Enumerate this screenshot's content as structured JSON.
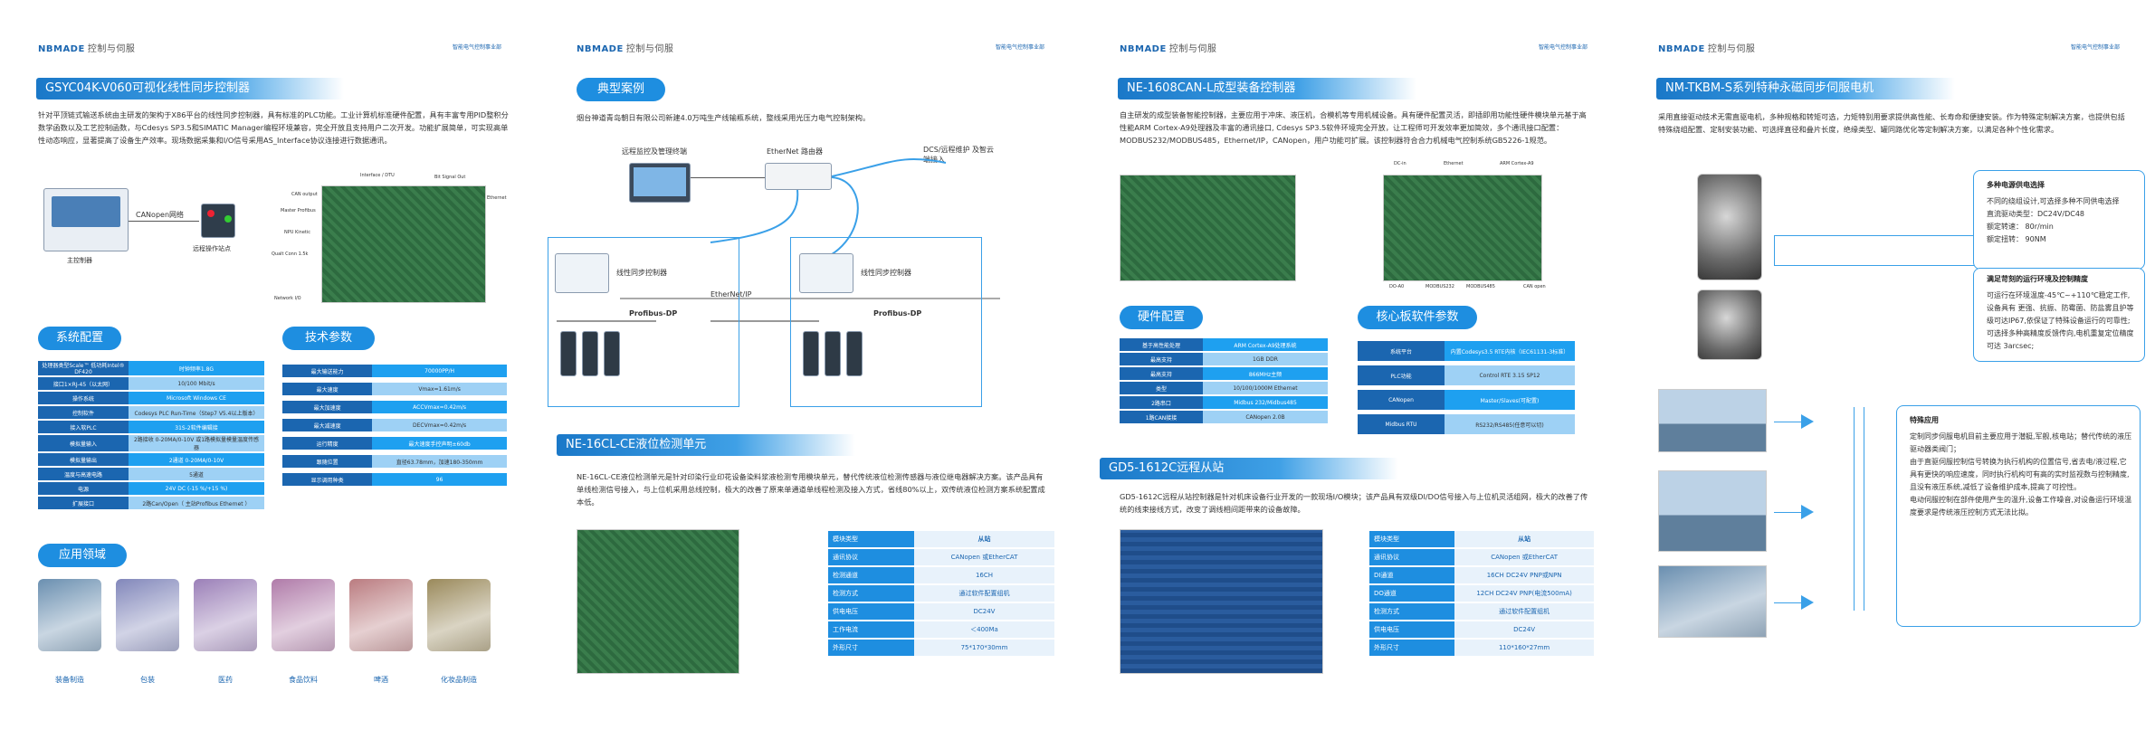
{
  "brand": {
    "name": "NBMADE",
    "sub": "控制与伺服",
    "right": "智能电气控制事业部"
  },
  "p1": {
    "title": "GSYC04K-V060可视化线性同步控制器",
    "intro": "针对平顶链式输送系统由主研发的架构于X86平台的线性同步控制器，具有标准的PLC功能。工业计算机标准硬件配置，具有丰富专用PID整积分数学函数以及工艺控制函数，与Cdesys SP3.5和SIMATIC Manager编程环境兼容，完全开放且支持用户二次开发。功能扩展简单，可实现高单性动态响应，显著提高了设备生产效率。现场数据采集和I/O信号采用AS_Interface协议连接进行数据通讯。",
    "diagram": {
      "network": "CANopen网络",
      "main": "主控制器",
      "remote": "远程操作站点"
    },
    "board_labels": [
      "Interface / DTU",
      "CAN output",
      "Master Profibus",
      "NPU Kinetic",
      "Qualt Conn 1.5k",
      "Bit Signal Out",
      "Ethernet",
      "Network I/O"
    ],
    "sys_cfg_title": "系统配置",
    "sys_cfg": [
      [
        "处理器类型Scale™ 低功耗Intel® DF420",
        "时钟频率1.8G"
      ],
      [
        "接口1×RJ-45（以太网）",
        "10/100 Mbit/s"
      ],
      [
        "操作系统",
        "Microsoft Windows CE"
      ],
      [
        "控制软件",
        "Codesys PLC Run-Time（Step7 V5.4以上版本）"
      ],
      [
        "接入软PLC",
        "31S-2软件编辑接"
      ],
      [
        "模拟量输入",
        "2路接收 0-20MA/0-10V 或1路模拟量模量温度传感器"
      ],
      [
        "模拟量输出",
        "2通道 0-20MA/0-10V"
      ],
      [
        "温度与高速电路",
        "5通道"
      ],
      [
        "电源",
        "24V DC (-15 %/+15 %)"
      ],
      [
        "扩展接口",
        "2路Can/Open（ 主站Profibus Ethernet ）"
      ]
    ],
    "tech_title": "技术参数",
    "tech": [
      [
        "最大输送能力",
        "70000PP/H"
      ],
      [
        "最大速度",
        "Vmax=1.61m/s"
      ],
      [
        "最大加速度",
        "ACCVmax=0.42m/s"
      ],
      [
        "最大减速度",
        "DECVmax=0.42m/s"
      ],
      [
        "运行精度",
        "最大速度手控声明±60db"
      ],
      [
        "跟随位置",
        "直径63.78mm，加速180-350mm"
      ],
      [
        "显示调用种类",
        "96"
      ]
    ],
    "app_title": "应用领域",
    "apps": [
      "装备制造",
      "包装",
      "医药",
      "食品饮料",
      "啤酒",
      "化妆品制造"
    ]
  },
  "p2": {
    "case_title": "典型案例",
    "case_text": "烟台神道青岛朝日有限公司新建4.0万吨生产线输瓶系统，整线采用光压力电气控制架构。",
    "remote": "远程监控及管理终端",
    "router": "EtherNet 路由器",
    "dcs": "DCS/远程维护 及智云端接入",
    "ctrl_a": "线性同步控制器",
    "ctrl_b": "线性同步控制器",
    "ethernet": "EtherNet/IP",
    "profibus_a": "Profibus-DP",
    "profibus_b": "Profibus-DP",
    "sec2_title": "NE-16CL-CE液位检测单元",
    "sec2_text": "NE-16CL-CE液位检测单元是针对印染行业印花设备染料浆液检测专用模块单元，替代传统液位检测传感器与液位继电器解决方案。该产品具有单线检测信号接入，与上位机采用总线控制，极大的改善了原来单通道单线程检测及接入方式，省线80%以上，双传统液位检测方案系统配置成本低。",
    "table": [
      [
        "模块类型",
        "从站"
      ],
      [
        "通讯协议",
        "CANopen 或EtherCAT"
      ],
      [
        "检测通道",
        "16CH"
      ],
      [
        "检测方式",
        "通过软件配置组机"
      ],
      [
        "供电电压",
        "DC24V"
      ],
      [
        "工作电流",
        "＜400Ma"
      ],
      [
        "外形尺寸",
        "75*170*30mm"
      ]
    ]
  },
  "p3": {
    "title": "NE-1608CAN-L成型装备控制器",
    "intro": "自主研发的成型装备智能控制器，主要应用于冲床、液压机，合模机等专用机械设备。具有硬件配置灵活，即插即用功能性硬件模块单元基于高性能ARM Cortex-A9处理器及丰富的通讯接口, Cdesys SP3.5软件环境完全开放，让工程师可开发效率更加简效，多个通讯接口配置：MODBUS232/MODBUS485，Ethernet/IP，CANopen，用户功能可扩展。该控制器符合合力机械电气控制系统GB5226-1规范。",
    "board_labels": [
      "DC-in",
      "Ethernet",
      "ARM Cortex-A9",
      "DO-A0",
      "MODBUS232",
      "MODBUS485",
      "CAN open"
    ],
    "hw_title": "硬件配置",
    "hw": [
      [
        "基于高性能处理",
        "ARM Cortex-A9处理系统"
      ],
      [
        "最高支持",
        "1GB DDR"
      ],
      [
        "最高支持",
        "866MHz主频"
      ],
      [
        "类型",
        "10/100/1000M Ethernet"
      ],
      [
        "2路串口",
        "Midbus 232/Midbus485"
      ],
      [
        "1路CAN接接",
        "CANopen 2.0B"
      ]
    ],
    "core_title": "核心板软件参数",
    "core": [
      [
        "系统平台",
        "内置Codesys3.5 RTE内核（IEC61131-3标准）"
      ],
      [
        "PLC功能",
        "Control RTE 3.15 SP12"
      ],
      [
        "CANopen",
        "Master/Slaves(可配置)"
      ],
      [
        "Midbus RTU",
        "RS232/RS485(任意可以切)"
      ]
    ],
    "sec2_title": "GD5-1612C远程从站",
    "sec2_text": "GD5-1612C远程从站控制器是针对机床设备行业开发的一款现场I/O模块；该产品具有双级DI/DO信号接入与上位机灵活组网，极大的改善了传统的线束接线方式，改变了调线相间距带来的设备故障。",
    "table": [
      [
        "模块类型",
        "从站"
      ],
      [
        "通讯协议",
        "CANopen 或EtherCAT"
      ],
      [
        "DI通道",
        "16CH DC24V PNP或NPN"
      ],
      [
        "DO通道",
        "12CH DC24V PNP(电流500mA)"
      ],
      [
        "检测方式",
        "通过软件配置组机"
      ],
      [
        "供电电压",
        "DC24V"
      ],
      [
        "外形尺寸",
        "110*160*27mm"
      ]
    ]
  },
  "p4": {
    "title": "NM-TKBM-S系列特种永磁同步伺服电机",
    "intro": "采用直接驱动技术无需直驱电机，多种规格和转矩可选，力矩特别用要求提供高性能、长寿命和便捷安装。作为特殊定制解决方案，也提供包括特殊绕组配置、定制安装功能、可选择直径和叠片长度，绝缘类型、罐同路优化等定制解决方案，以满足各种个性化需求。",
    "box1_title": "多种电源供电选择",
    "box1_lines": [
      "不同的绕组设计,可选择多种不同供电选择",
      "直流驱动类型：DC24V/DC48",
      "额定转速：        80r/min",
      "额定扭转：        90NM"
    ],
    "box2_title": "满足苛刻的运行环境及控制精度",
    "box2_lines": [
      "可运行在环境温度-45℃~+110℃稳定工作,设备具有 更强、抗振、防霉菌、防盐雾且护等级可达IP67,依保证了特殊设备运行的可靠性;",
      "可选择多种高精度反馈传向,电机重复定位精度可达 3arcsec;"
    ],
    "box3_title": "特殊应用",
    "box3_lines": [
      "定制同步伺服电机目前主要应用于潜艇,军舰,核电站；替代传统的液压驱动器类阀门；",
      "由于直驱伺服控制信号转换为执行机构的位置信号,省去电/液过程,它具有更快的响应速度，同时执行机构可有高的实时监视数与控制精度,且没有液压系统,减低了设备维护成本,提高了可控性。",
      "电动伺服控制在部件使用产生的温升,设备工作噪音,对设备运行环境温度要求是传统液压控制方式无法比拟。"
    ]
  }
}
